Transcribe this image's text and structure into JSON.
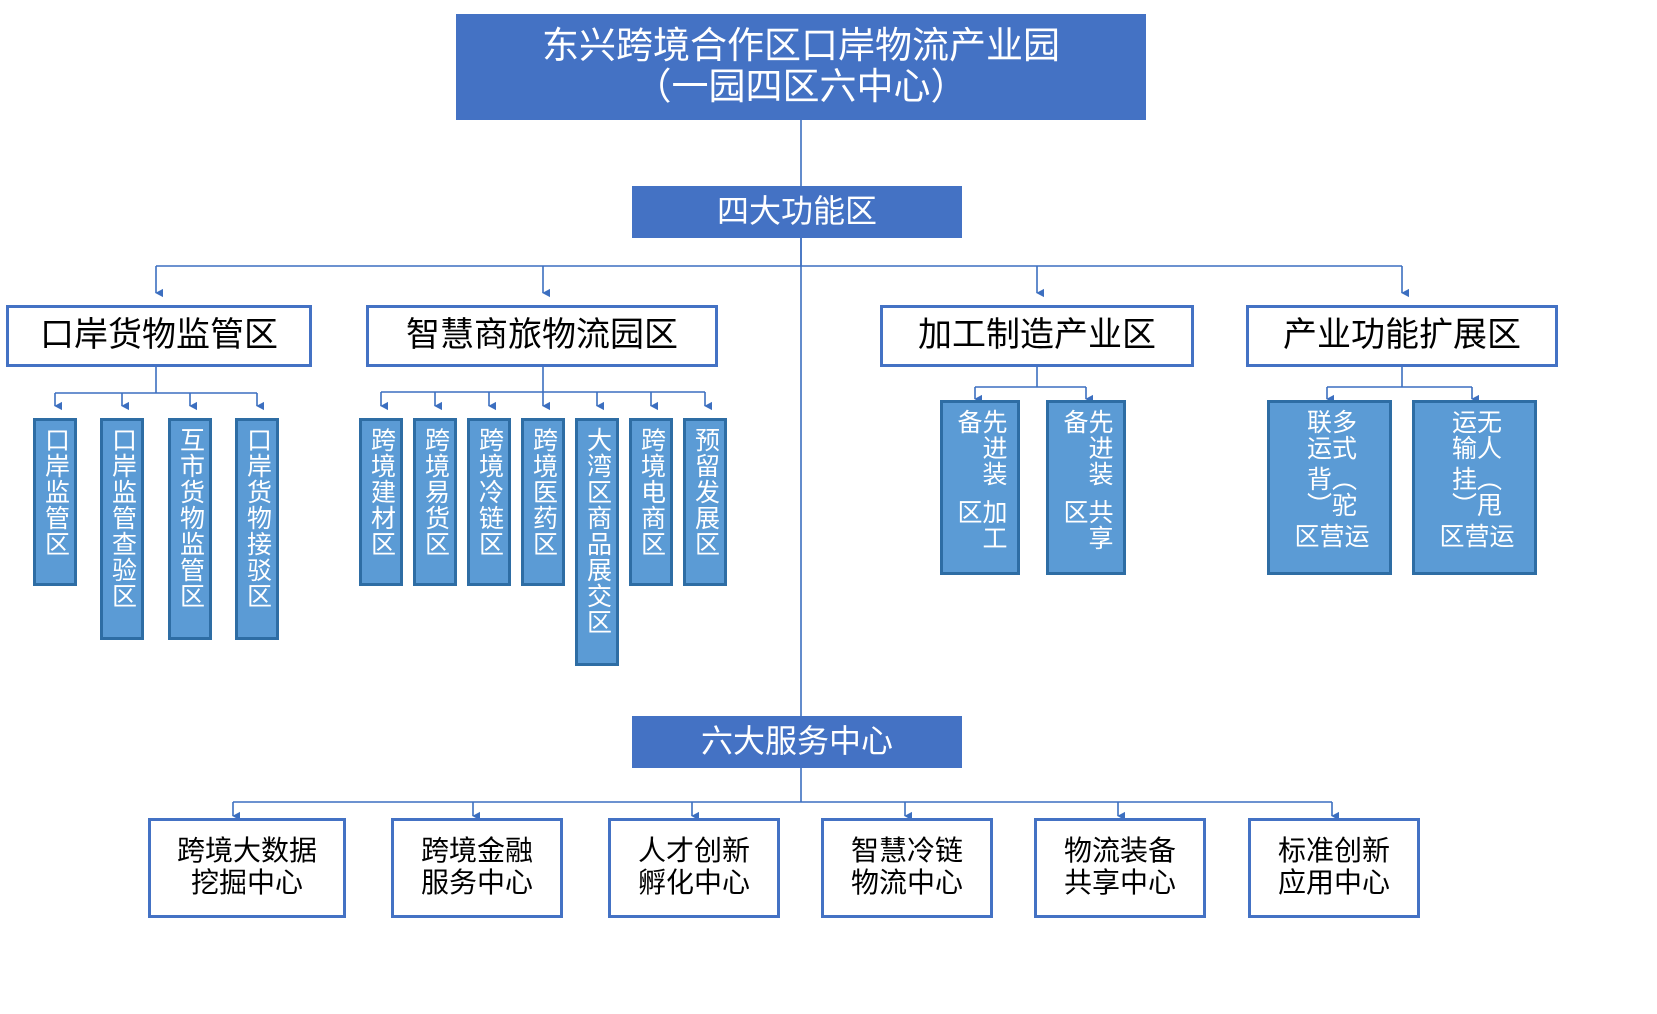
{
  "colors": {
    "header_fill": "#4472C4",
    "leaf_fill": "#5B9BD5",
    "leaf_border": "#2E6DA4",
    "outline_border": "#4472C4",
    "connector": "#4472C4",
    "text_on_fill": "#FFFFFF",
    "text_on_white": "#000000"
  },
  "diagram": {
    "root": {
      "line1": "东兴跨境合作区口岸物流产业园",
      "line2": "（一园四区六中心）"
    },
    "branch_a": {
      "label": "四大功能区",
      "zones": [
        {
          "title": "口岸货物监管区",
          "children": [
            "口岸监管区",
            "口岸监管查验区",
            "互市货物监管区",
            "口岸货物接驳区"
          ]
        },
        {
          "title": "智慧商旅物流园区",
          "children": [
            "跨境建材区",
            "跨境易货区",
            "跨境冷链区",
            "跨境医药区",
            "大湾区商品展交区",
            "跨境电商区",
            "预留发展区"
          ]
        },
        {
          "title": "加工制造产业区",
          "children_split": [
            {
              "col1": "先进装备",
              "col2": "加工区"
            },
            {
              "col1": "先进装备",
              "col2": "共享区"
            }
          ]
        },
        {
          "title": "产业功能扩展区",
          "children_split": [
            {
              "col1": "多式联运",
              "col2": "（驼背）",
              "col3": "运营区"
            },
            {
              "col1": "无人运输",
              "col2": "（甩挂）",
              "col3": "运营区"
            }
          ]
        }
      ]
    },
    "branch_b": {
      "label": "六大服务中心",
      "centers": [
        {
          "line1": "跨境大数据",
          "line2": "挖掘中心"
        },
        {
          "line1": "跨境金融",
          "line2": "服务中心"
        },
        {
          "line1": "人才创新",
          "line2": "孵化中心"
        },
        {
          "line1": "智慧冷链",
          "line2": "物流中心"
        },
        {
          "line1": "物流装备",
          "line2": "共享中心"
        },
        {
          "line1": "标准创新",
          "line2": "应用中心"
        }
      ]
    }
  }
}
